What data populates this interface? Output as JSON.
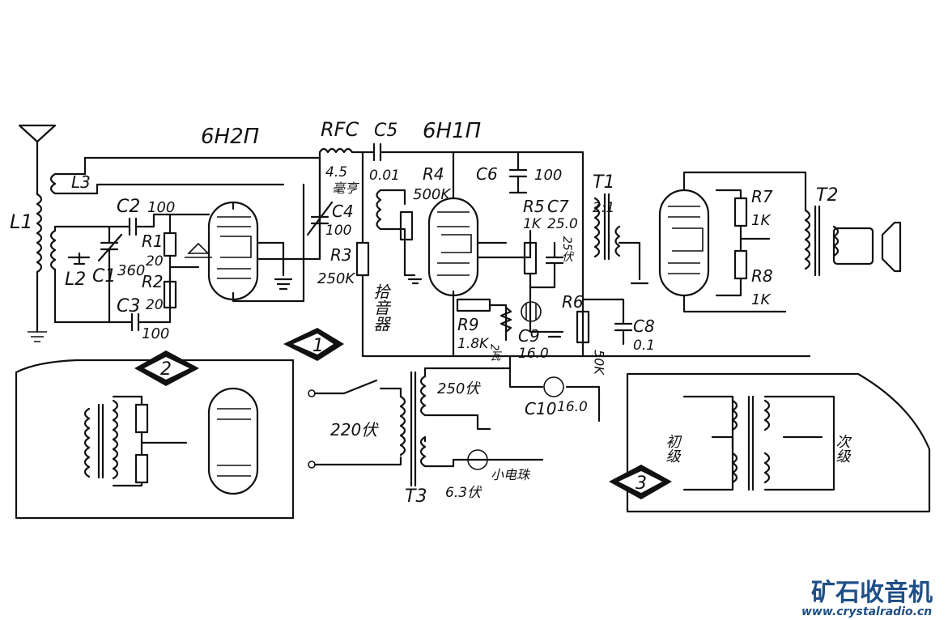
{
  "labels": {
    "l1": "L1",
    "l2": "L2",
    "l3": "L3",
    "c1": "C1",
    "c1_val": "360",
    "c2": "C2",
    "c2_val": "100",
    "c3": "C3",
    "c3_val": "100",
    "r1": "R1",
    "r1_val": "20",
    "r2": "R2",
    "r2_val": "20",
    "tube1": "6H2Π",
    "rfc": "RFC",
    "rfc_val": "4.5",
    "rfc_unit": "毫亨",
    "c4": "C4",
    "c4_val": "100",
    "c5": "C5",
    "c5_val": "0.01",
    "r3": "R3",
    "r3_val": "250K",
    "r4": "R4",
    "r4_val": "500K",
    "pickup": "拾音器",
    "tube2": "6H1Π",
    "c6": "C6",
    "c6_val": "100",
    "r5": "R5",
    "r5_val": "1K",
    "c7": "C7",
    "c7_val": "25.0",
    "c7_volt": "25伏",
    "r6": "R6",
    "r6_val": "50K",
    "c8": "C8",
    "c8_val": "0.1",
    "r9": "R9",
    "r9_val": "1.8K",
    "r9_power": "2瓦",
    "c9": "C9",
    "c9_val": "16.0",
    "c10": "C10",
    "c10_val": "16.0",
    "t1": "T1",
    "t1_ratio": "2:1",
    "r7": "R7",
    "r7_val": "1K",
    "r8": "R8",
    "r8_val": "1K",
    "t2": "T2",
    "t3": "T3",
    "v250": "250伏",
    "v220": "220伏",
    "v63": "6.3伏",
    "bulb": "小电珠",
    "primary": "初级",
    "secondary": "次级",
    "fig1": "1",
    "fig2": "2",
    "fig3": "3"
  },
  "watermark": {
    "brand": "矿石收音机",
    "url": "www.crystalradio.cn",
    "color": "#1e4f86"
  }
}
